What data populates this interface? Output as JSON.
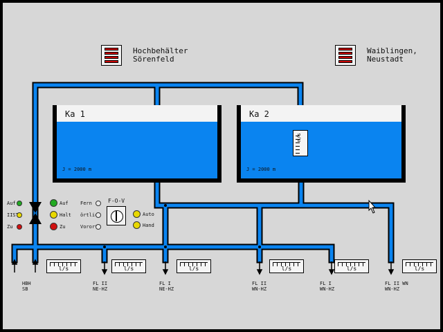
{
  "header": {
    "location_1": "Hochbehälter\nSörenfeld",
    "location_2": "Waiblingen,\nNeustadt"
  },
  "tanks": [
    {
      "name": "Ka 1",
      "volume": "J = 2000 m"
    },
    {
      "name": "Ka 2",
      "volume": "J = 2000 m"
    }
  ],
  "level_gauge_unit": "m/s",
  "valve_status": [
    {
      "label": "Auf",
      "color": "#22aa22"
    },
    {
      "label": "IIST",
      "color": "#e8d800"
    },
    {
      "label": "Zu",
      "color": "#d01010"
    }
  ],
  "valve_lamps": [
    {
      "label": "Auf",
      "color": "#22aa22"
    },
    {
      "label": "Halt",
      "color": "#e8d800"
    },
    {
      "label": "Zu",
      "color": "#d01010"
    }
  ],
  "mode_lamps": [
    {
      "label": "Fern"
    },
    {
      "label": "örtlich"
    },
    {
      "label": "Vorort"
    }
  ],
  "selector": {
    "label": "F-O-V"
  },
  "auto_hand": [
    {
      "label": "Auto",
      "color": "#e8d800"
    },
    {
      "label": "Hand",
      "color": "#e8d800"
    }
  ],
  "flow_meters": [
    {
      "unit": "l/s",
      "label": "HBH\nSB"
    },
    {
      "unit": "l/s",
      "label": "FL II\nNE-HZ"
    },
    {
      "unit": "l/s",
      "label": "FL I\nNE-HZ"
    },
    {
      "unit": "l/s",
      "label": "FL II\nWN-HZ"
    },
    {
      "unit": "l/s",
      "label": "FL I\nWN-HZ"
    },
    {
      "unit": "l/s",
      "label": "FL II WN\nWN-HZ"
    }
  ],
  "colors": {
    "water": "#0a84f0",
    "pipe_edge": "#000000",
    "panel": "#d7d7d7"
  }
}
